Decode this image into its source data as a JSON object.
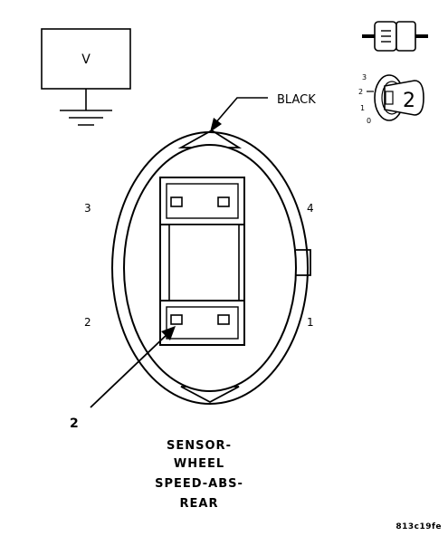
{
  "meter": {
    "label": "V"
  },
  "wire_color": "BLACK",
  "pins": {
    "p1": "1",
    "p2": "2",
    "p3": "3",
    "p4": "4"
  },
  "callout": "2",
  "title_lines": [
    "SENSOR-",
    "WHEEL",
    "SPEED-ABS-",
    "REAR"
  ],
  "key_icon": {
    "positions": [
      "3",
      "2",
      "1",
      "0"
    ],
    "selected": "2"
  },
  "figure_id": "813c19fe"
}
